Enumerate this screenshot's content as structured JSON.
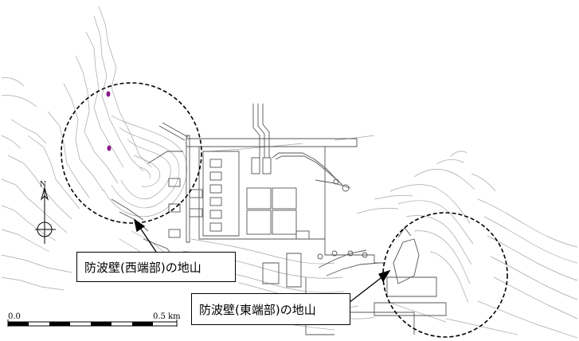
{
  "labels": {
    "west": "防波壁(西端部)の地山",
    "east": "防波壁(東端部)の地山"
  },
  "scale_bar": {
    "start": "0.0",
    "end": "0.5 km"
  },
  "north_arrow": {
    "letter": "N"
  },
  "colors": {
    "contour": "#9a9a9a",
    "structure": "#555555",
    "marker": "#8b1a8b",
    "circle": "#000000"
  }
}
